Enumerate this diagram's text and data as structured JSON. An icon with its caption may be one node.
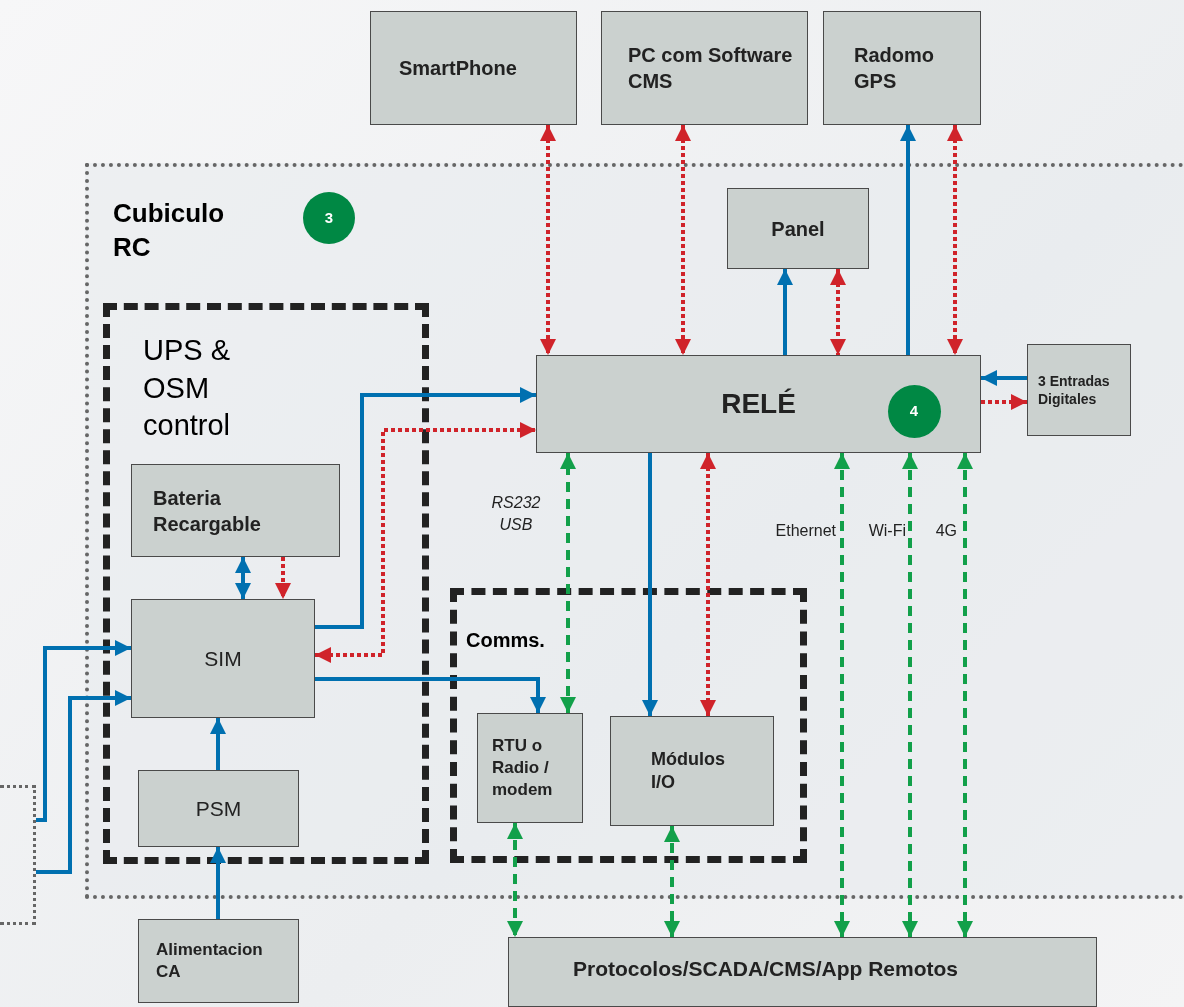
{
  "diagram": {
    "nodes": [
      {
        "text": [
          "SmartPhone"
        ]
      },
      {
        "text": [
          "PC com Software CMS"
        ]
      },
      {
        "text": [
          "Radomo GPS"
        ]
      },
      {
        "text": [
          "Cubiculo RC"
        ]
      },
      {
        "text": [
          "3"
        ],
        "in": 3
      },
      {
        "text": [
          "Panel"
        ],
        "in": 3
      },
      {
        "text": [
          "UPS & OSM control"
        ],
        "in": 3
      },
      {
        "text": [
          "Bateria Recargable"
        ],
        "in": 6
      },
      {
        "text": [
          "SIM"
        ],
        "in": 6
      },
      {
        "text": [
          "PSM"
        ],
        "in": 6
      },
      {
        "text": [
          "RELÉ"
        ],
        "in": 3
      },
      {
        "text": [
          "4"
        ],
        "in": 10
      },
      {
        "text": [
          "3 Entradas Digitales"
        ],
        "in": 3
      },
      {
        "text": [
          "Comms."
        ],
        "in": 3
      },
      {
        "text": [
          "RTU o Radio / modem"
        ],
        "in": 13
      },
      {
        "text": [
          "Módulos I/O"
        ],
        "in": 13
      },
      {
        "text": [
          "Alimentacion CA"
        ]
      },
      {
        "text": [
          "Protocolos/SCADA/CMS/App Remotos"
        ]
      },
      {
        "text": [],
        "shape": "box"
      }
    ],
    "edges": [
      {
        "from": 0,
        "to": 10,
        "arrow": "both",
        "style": "dashed",
        "color": "#d0232a"
      },
      {
        "from": 1,
        "to": 10,
        "arrow": "both",
        "style": "dashed",
        "color": "#d0232a"
      },
      {
        "from": 10,
        "to": 2,
        "arrow": "to"
      },
      {
        "from": 2,
        "to": 10,
        "arrow": "both",
        "style": "dashed",
        "color": "#d0232a"
      },
      {
        "from": 10,
        "to": 5,
        "arrow": "to"
      },
      {
        "from": 5,
        "to": 10,
        "arrow": "both",
        "style": "dashed",
        "color": "#d0232a"
      },
      {
        "from": 8,
        "to": 10,
        "arrow": "to"
      },
      {
        "from": 8,
        "to": 10,
        "arrow": "both",
        "style": "dashed",
        "color": "#d0232a"
      },
      {
        "from": 12,
        "to": 10,
        "arrow": "to"
      },
      {
        "from": 10,
        "to": 12,
        "arrow": "to",
        "style": "dashed",
        "color": "#d0232a"
      },
      {
        "from": 7,
        "to": 8,
        "arrow": "both"
      },
      {
        "from": 7,
        "to": 8,
        "arrow": "to",
        "style": "dashed",
        "color": "#d0232a"
      },
      {
        "from": 9,
        "to": 8,
        "arrow": "to"
      },
      {
        "from": 16,
        "to": 9,
        "arrow": "to"
      },
      {
        "from": 18,
        "to": 8,
        "arrow": "to"
      },
      {
        "from": 18,
        "to": 8,
        "arrow": "to"
      },
      {
        "from": 8,
        "to": 14,
        "arrow": "to"
      },
      {
        "from": 14,
        "to": 10,
        "arrow": "both",
        "label": "RS232 USB",
        "style": "dashed",
        "color": "#12a04a"
      },
      {
        "from": 10,
        "to": 15,
        "arrow": "to"
      },
      {
        "from": 10,
        "to": 15,
        "arrow": "both",
        "style": "dashed",
        "color": "#d0232a"
      },
      {
        "from": 14,
        "to": 17,
        "arrow": "both",
        "style": "dashed",
        "color": "#12a04a"
      },
      {
        "from": 15,
        "to": 17,
        "arrow": "both",
        "style": "dashed",
        "color": "#12a04a"
      },
      {
        "from": 10,
        "to": 17,
        "arrow": "both",
        "label": "Ethernet",
        "style": "dashed",
        "color": "#12a04a"
      },
      {
        "from": 10,
        "to": 17,
        "arrow": "both",
        "label": "Wi-Fi",
        "style": "dashed",
        "color": "#12a04a"
      },
      {
        "from": 10,
        "to": 17,
        "arrow": "both",
        "label": "4G",
        "style": "dashed",
        "color": "#12a04a"
      }
    ]
  }
}
